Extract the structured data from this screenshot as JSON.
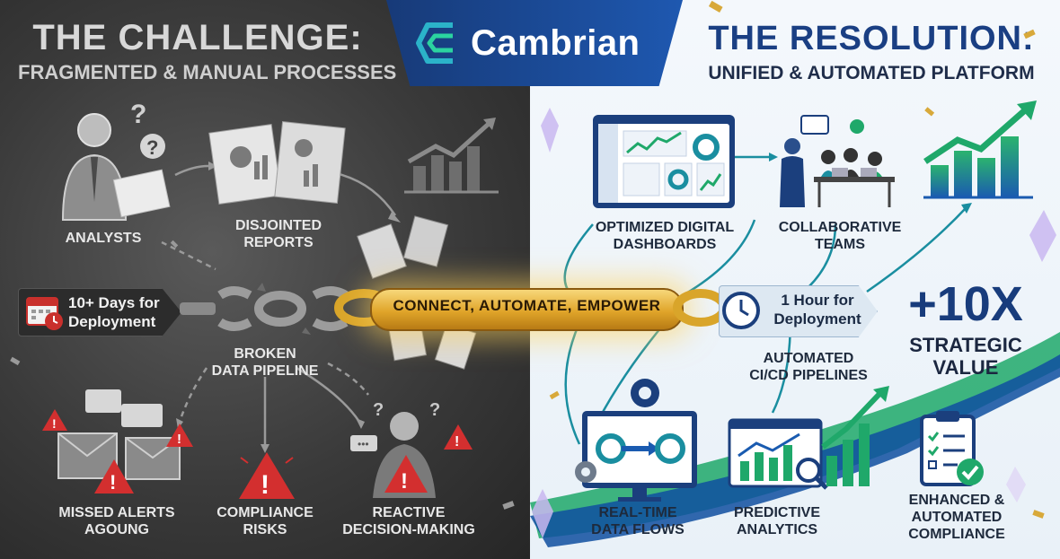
{
  "logo": {
    "name": "Cambrian",
    "colors": {
      "banner": "#1e4fa0",
      "mark": "#2bb3c9"
    }
  },
  "challenge": {
    "title": "THE CHALLENGE:",
    "subtitle": "FRAGMENTED & MANUAL PROCESSES",
    "items": {
      "analysts": "ANALYSTS",
      "reports": [
        "DISJOINTED",
        "REPORTS"
      ],
      "days": [
        "10+ Days for",
        "Deployment"
      ],
      "pipeline": [
        "BROKEN",
        "DATA PIPELINE"
      ],
      "alerts": [
        "MISSED ALERTS",
        "AGOUNG"
      ],
      "compliance": [
        "COMPLIANCE",
        "RISKS"
      ],
      "reactive": [
        "REACTIVE",
        "DECISION-MAKING"
      ]
    }
  },
  "bridge": {
    "label": "CONNECT, AUTOMATE, EMPOWER"
  },
  "resolution": {
    "title": "THE RESOLUTION:",
    "subtitle": "UNIFIED & AUTOMATED PLATFORM",
    "items": {
      "dashboards": [
        "OPTIMIZED DIGITAL",
        "DASHBOARDS"
      ],
      "teams": [
        "COLLABORATIVE",
        "TEAMS"
      ],
      "hour": [
        "1 Hour for",
        "Deployment"
      ],
      "cicd": [
        "AUTOMATED",
        "CI/CD PIPELINES"
      ],
      "value_big": "+10X",
      "value": [
        "STRATEGIC",
        "VALUE"
      ],
      "flows": [
        "REAL-TIME",
        "DATA FLOWS"
      ],
      "analytics": [
        "PREDICTIVE",
        "ANALYTICS"
      ],
      "compliance": [
        "ENHANCED &",
        "AUTOMATED",
        "COMPLIANCE"
      ]
    }
  }
}
